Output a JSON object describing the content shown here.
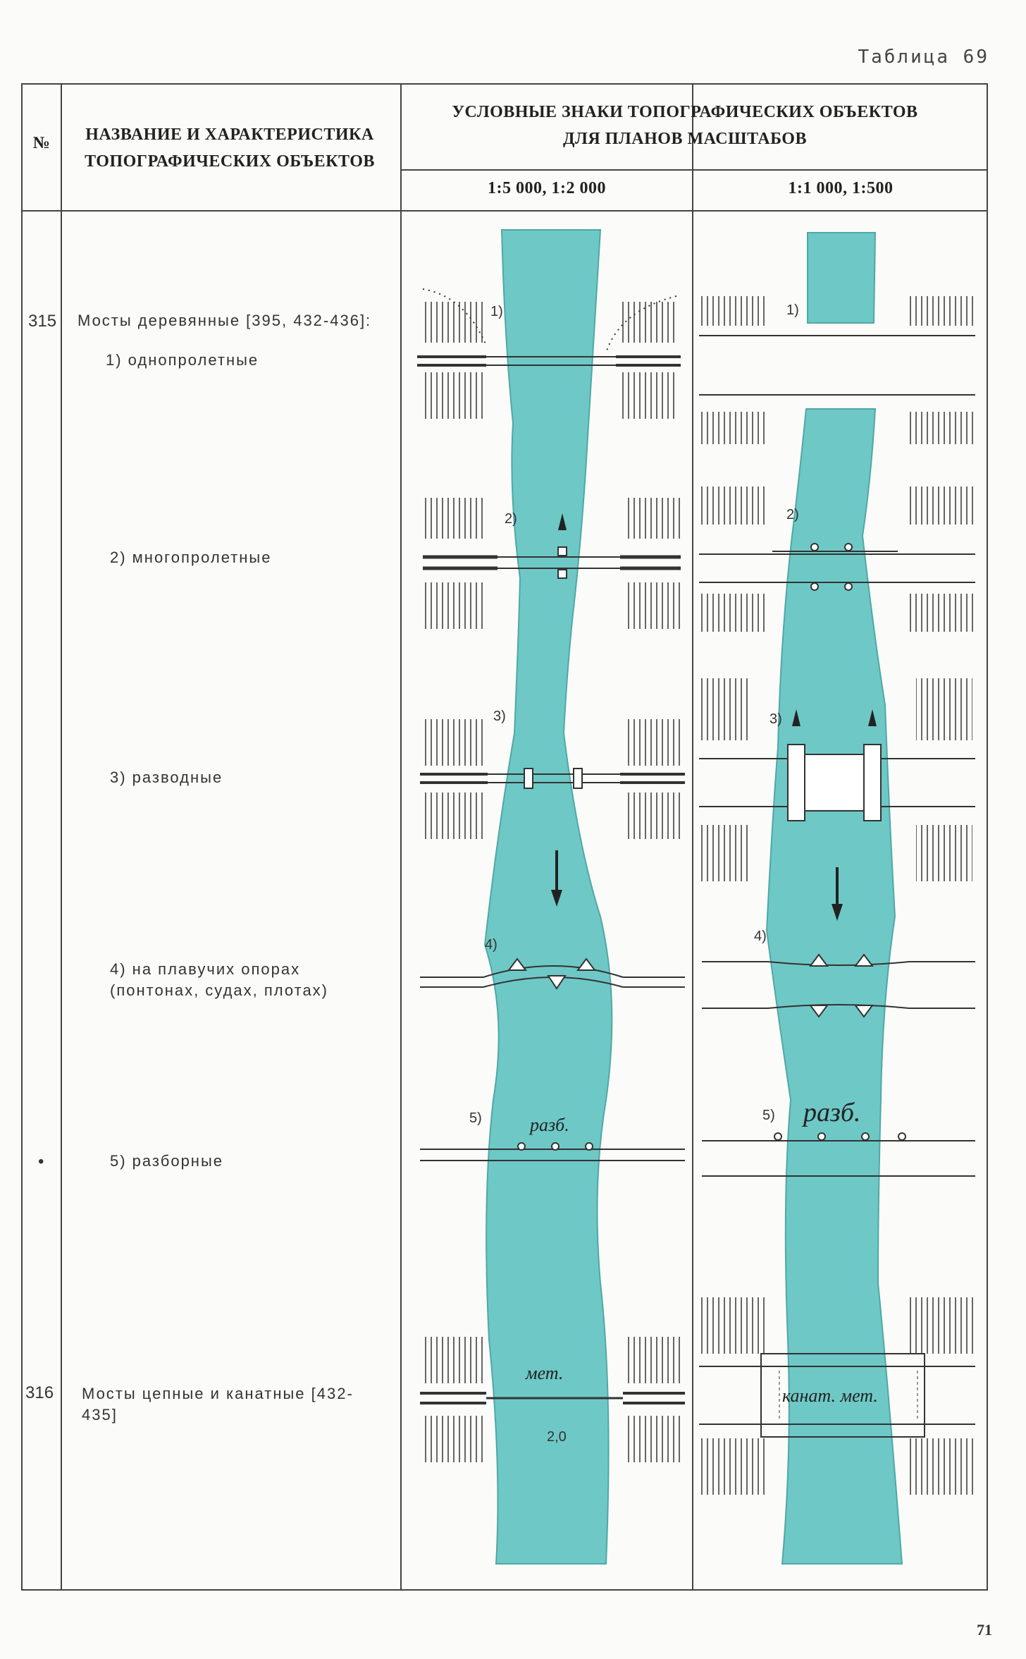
{
  "table_caption": "Таблица 69",
  "page_number": "71",
  "header": {
    "col_number": "№",
    "col_name": "НАЗВАНИЕ И ХАРАКТЕРИСТИКА ТОПОГРАФИЧЕСКИХ ОБЪЕКТОВ",
    "col_symbols": "УСЛОВНЫЕ ЗНАКИ ТОПОГРАФИЧЕСКИХ ОБЪЕКТОВ ДЛЯ ПЛАНОВ МАСШТАБОВ",
    "scale_small": "1:5 000, 1:2 000",
    "scale_large": "1:1 000, 1:500"
  },
  "entries": [
    {
      "number": "315",
      "name": "Мосты деревянные [395, 432-436]:"
    },
    {
      "sub": "1) однопролетные",
      "marker": "1)"
    },
    {
      "sub": "2) многопролетные",
      "marker": "2)"
    },
    {
      "sub": "3) разводные",
      "marker": "3)"
    },
    {
      "sub": "4) на плавучих опорах (понтонах, судах, плотах)",
      "marker": "4)"
    },
    {
      "sub": "5) разборные",
      "marker": "5)",
      "bullet": "•"
    },
    {
      "number": "316",
      "name": "Мосты цепные и канатные [432-435]"
    }
  ],
  "symbol_labels": {
    "razb": "разб.",
    "met": "мет.",
    "kanat_met": "канат. мет.",
    "dim": "2,0"
  },
  "colors": {
    "water": "#6ec8c6",
    "water_edge": "#4fa8a6",
    "line": "#333333",
    "grid": "#444444"
  },
  "icons": [
    "flow-arrow-icon",
    "pier-icon",
    "pontoon-icon"
  ]
}
